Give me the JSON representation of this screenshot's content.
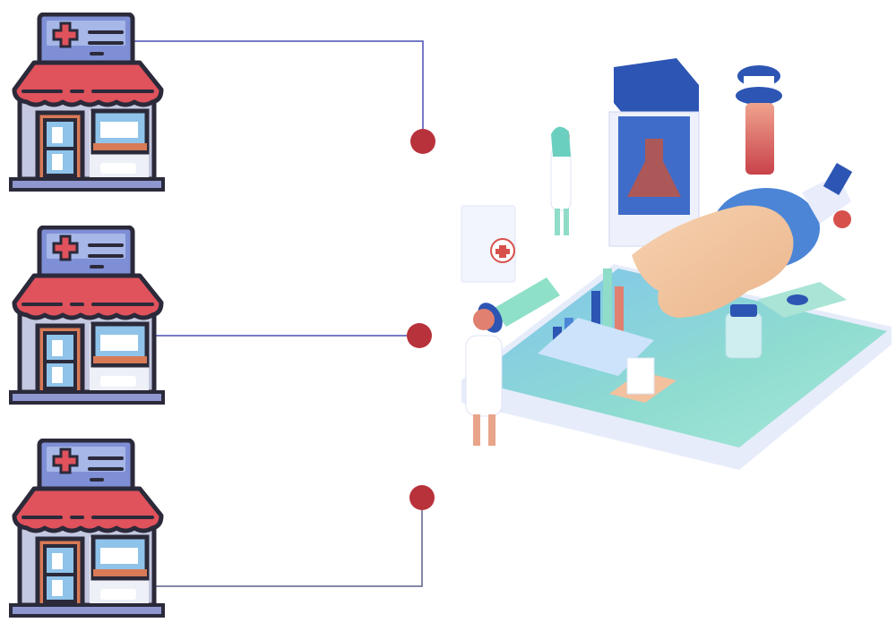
{
  "diagram": {
    "type": "hub-and-spoke",
    "nodes": [
      {
        "id": "pharmacy-1",
        "icon": "pharmacy-store-icon",
        "label": ""
      },
      {
        "id": "pharmacy-2",
        "icon": "pharmacy-store-icon",
        "label": ""
      },
      {
        "id": "pharmacy-3",
        "icon": "pharmacy-store-icon",
        "label": ""
      }
    ],
    "hub": {
      "id": "healthcare-hub",
      "icon": "medical-lab-illustration-icon"
    },
    "connections": [
      {
        "from": "pharmacy-1",
        "to": "healthcare-hub"
      },
      {
        "from": "pharmacy-2",
        "to": "healthcare-hub"
      },
      {
        "from": "pharmacy-3",
        "to": "healthcare-hub"
      }
    ]
  },
  "colors": {
    "connector_line": "#4b4fb5",
    "connector_dot": "#b8323b",
    "awning": "#e0525c",
    "sign": "#7f8fd6",
    "outline": "#2b2a3a"
  }
}
